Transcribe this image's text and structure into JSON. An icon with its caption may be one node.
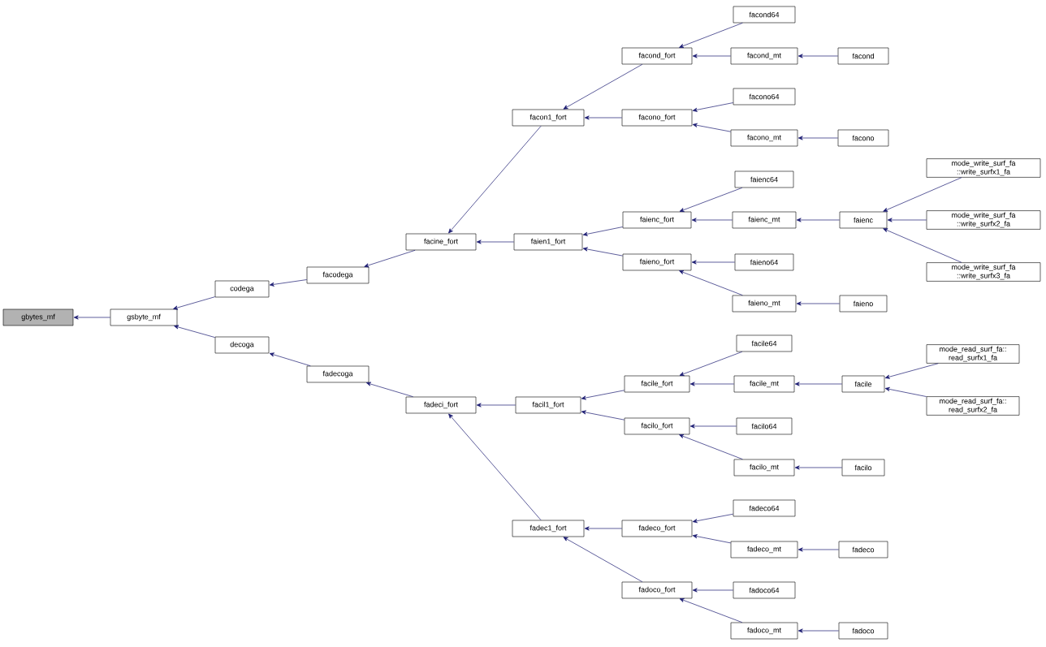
{
  "diagram": {
    "nodes": [
      {
        "text": [
          "gbytes_mf"
        ]
      },
      {
        "text": [
          "gsbyte_mf"
        ]
      },
      {
        "text": [
          "codega"
        ]
      },
      {
        "text": [
          "decoga"
        ]
      },
      {
        "text": [
          "facodega"
        ]
      },
      {
        "text": [
          "fadecoga"
        ]
      },
      {
        "text": [
          "facine_fort"
        ]
      },
      {
        "text": [
          "fadeci_fort"
        ]
      },
      {
        "text": [
          "facon1_fort"
        ]
      },
      {
        "text": [
          "faien1_fort"
        ]
      },
      {
        "text": [
          "facil1_fort"
        ]
      },
      {
        "text": [
          "fadec1_fort"
        ]
      },
      {
        "text": [
          "facond_fort"
        ]
      },
      {
        "text": [
          "facono_fort"
        ]
      },
      {
        "text": [
          "faienc_fort"
        ]
      },
      {
        "text": [
          "faieno_fort"
        ]
      },
      {
        "text": [
          "facile_fort"
        ]
      },
      {
        "text": [
          "facilo_fort"
        ]
      },
      {
        "text": [
          "fadeco_fort"
        ]
      },
      {
        "text": [
          "fadoco_fort"
        ]
      },
      {
        "text": [
          "facond64"
        ]
      },
      {
        "text": [
          "facond_mt"
        ]
      },
      {
        "text": [
          "facono64"
        ]
      },
      {
        "text": [
          "facono_mt"
        ]
      },
      {
        "text": [
          "faienc64"
        ]
      },
      {
        "text": [
          "faienc_mt"
        ]
      },
      {
        "text": [
          "faieno64"
        ]
      },
      {
        "text": [
          "faieno_mt"
        ]
      },
      {
        "text": [
          "facile64"
        ]
      },
      {
        "text": [
          "facile_mt"
        ]
      },
      {
        "text": [
          "facilo64"
        ]
      },
      {
        "text": [
          "facilo_mt"
        ]
      },
      {
        "text": [
          "fadeco64"
        ]
      },
      {
        "text": [
          "fadeco_mt"
        ]
      },
      {
        "text": [
          "fadoco64"
        ]
      },
      {
        "text": [
          "fadoco_mt"
        ]
      },
      {
        "text": [
          "facond"
        ]
      },
      {
        "text": [
          "facono"
        ]
      },
      {
        "text": [
          "faienc"
        ]
      },
      {
        "text": [
          "faieno"
        ]
      },
      {
        "text": [
          "facile"
        ]
      },
      {
        "text": [
          "facilo"
        ]
      },
      {
        "text": [
          "fadeco"
        ]
      },
      {
        "text": [
          "fadoco"
        ]
      },
      {
        "text": [
          "mode_write_surf_fa ::write_surfx1_fa"
        ]
      },
      {
        "text": [
          "mode_write_surf_fa ::write_surfx2_fa"
        ]
      },
      {
        "text": [
          "mode_write_surf_fa ::write_surfx3_fa"
        ]
      },
      {
        "text": [
          "mode_read_surf_fa:: read_surfx1_fa"
        ]
      },
      {
        "text": [
          "mode_read_surf_fa:: read_surfx2_fa"
        ]
      }
    ],
    "edges": [
      {
        "from": 1,
        "to": 0,
        "arrow": "to"
      },
      {
        "from": 2,
        "to": 1,
        "arrow": "to"
      },
      {
        "from": 3,
        "to": 1,
        "arrow": "to"
      },
      {
        "from": 4,
        "to": 2,
        "arrow": "to"
      },
      {
        "from": 5,
        "to": 3,
        "arrow": "to"
      },
      {
        "from": 6,
        "to": 4,
        "arrow": "to"
      },
      {
        "from": 7,
        "to": 5,
        "arrow": "to"
      },
      {
        "from": 8,
        "to": 6,
        "arrow": "to"
      },
      {
        "from": 9,
        "to": 6,
        "arrow": "to"
      },
      {
        "from": 10,
        "to": 7,
        "arrow": "to"
      },
      {
        "from": 11,
        "to": 7,
        "arrow": "to"
      },
      {
        "from": 12,
        "to": 8,
        "arrow": "to"
      },
      {
        "from": 13,
        "to": 8,
        "arrow": "to"
      },
      {
        "from": 14,
        "to": 9,
        "arrow": "to"
      },
      {
        "from": 15,
        "to": 9,
        "arrow": "to"
      },
      {
        "from": 16,
        "to": 10,
        "arrow": "to"
      },
      {
        "from": 17,
        "to": 10,
        "arrow": "to"
      },
      {
        "from": 18,
        "to": 11,
        "arrow": "to"
      },
      {
        "from": 19,
        "to": 11,
        "arrow": "to"
      },
      {
        "from": 20,
        "to": 12,
        "arrow": "to"
      },
      {
        "from": 21,
        "to": 12,
        "arrow": "to"
      },
      {
        "from": 22,
        "to": 13,
        "arrow": "to"
      },
      {
        "from": 23,
        "to": 13,
        "arrow": "to"
      },
      {
        "from": 24,
        "to": 14,
        "arrow": "to"
      },
      {
        "from": 25,
        "to": 14,
        "arrow": "to"
      },
      {
        "from": 26,
        "to": 15,
        "arrow": "to"
      },
      {
        "from": 27,
        "to": 15,
        "arrow": "to"
      },
      {
        "from": 28,
        "to": 16,
        "arrow": "to"
      },
      {
        "from": 29,
        "to": 16,
        "arrow": "to"
      },
      {
        "from": 30,
        "to": 17,
        "arrow": "to"
      },
      {
        "from": 31,
        "to": 17,
        "arrow": "to"
      },
      {
        "from": 32,
        "to": 18,
        "arrow": "to"
      },
      {
        "from": 33,
        "to": 18,
        "arrow": "to"
      },
      {
        "from": 34,
        "to": 19,
        "arrow": "to"
      },
      {
        "from": 35,
        "to": 19,
        "arrow": "to"
      },
      {
        "from": 36,
        "to": 21,
        "arrow": "to"
      },
      {
        "from": 37,
        "to": 23,
        "arrow": "to"
      },
      {
        "from": 38,
        "to": 25,
        "arrow": "to"
      },
      {
        "from": 39,
        "to": 27,
        "arrow": "to"
      },
      {
        "from": 40,
        "to": 29,
        "arrow": "to"
      },
      {
        "from": 41,
        "to": 31,
        "arrow": "to"
      },
      {
        "from": 42,
        "to": 33,
        "arrow": "to"
      },
      {
        "from": 43,
        "to": 35,
        "arrow": "to"
      },
      {
        "from": 44,
        "to": 38,
        "arrow": "to"
      },
      {
        "from": 45,
        "to": 38,
        "arrow": "to"
      },
      {
        "from": 46,
        "to": 38,
        "arrow": "to"
      },
      {
        "from": 47,
        "to": 40,
        "arrow": "to"
      },
      {
        "from": 48,
        "to": 40,
        "arrow": "to"
      }
    ]
  }
}
